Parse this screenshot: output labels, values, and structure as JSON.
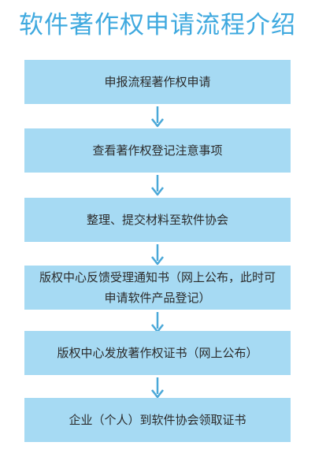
{
  "title": "软件著作权申请流程介绍",
  "steps": [
    {
      "label": "申报流程著作权申请"
    },
    {
      "label": "查看著作权登记注意事项"
    },
    {
      "label": "整理、提交材料至软件协会"
    },
    {
      "label": "版权中心反馈受理通知书（网上公布，此时可申请软件产品登记）"
    },
    {
      "label": "版权中心发放著作权证书（网上公布）"
    },
    {
      "label": "企业（个人）到软件协会领取证书"
    }
  ],
  "colors": {
    "title": "#3fa9df",
    "box": "#a6daf3",
    "arrow": "#4aa8d8",
    "text": "#2b2b2b"
  }
}
